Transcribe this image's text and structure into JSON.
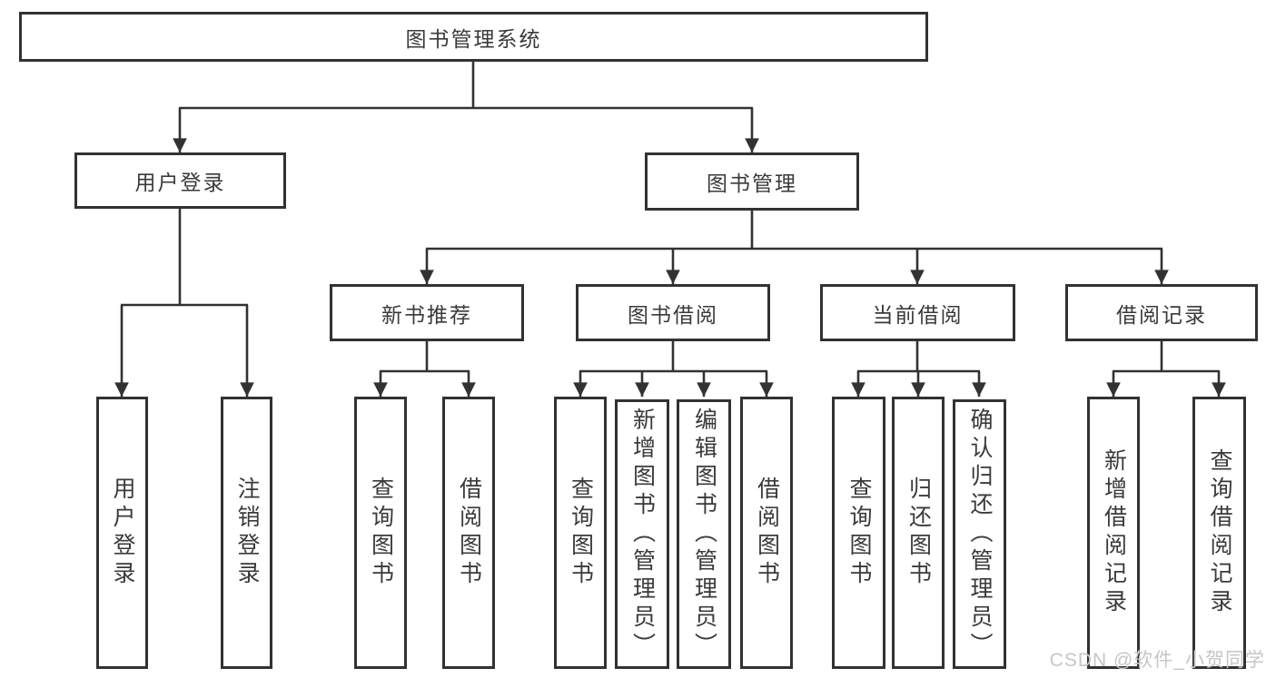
{
  "colors": {
    "background": "#ffffff",
    "line": "#323232",
    "text": "#3a3a3a",
    "watermark": "#c6c6c6"
  },
  "watermark": "CSDN @软件_小贺同学",
  "tree": {
    "root": {
      "label": "图书管理系统",
      "children": [
        {
          "label": "用户登录",
          "children": [
            {
              "label": "用户登录"
            },
            {
              "label": "注销登录"
            }
          ]
        },
        {
          "label": "图书管理",
          "children": [
            {
              "label": "新书推荐",
              "children": [
                {
                  "label": "查询图书"
                },
                {
                  "label": "借阅图书"
                }
              ]
            },
            {
              "label": "图书借阅",
              "children": [
                {
                  "label": "查询图书"
                },
                {
                  "label": "新增图书（管理员）"
                },
                {
                  "label": "编辑图书（管理员）"
                },
                {
                  "label": "借阅图书"
                }
              ]
            },
            {
              "label": "当前借阅",
              "children": [
                {
                  "label": "查询图书"
                },
                {
                  "label": "归还图书"
                },
                {
                  "label": "确认归还（管理员）"
                }
              ]
            },
            {
              "label": "借阅记录",
              "children": [
                {
                  "label": "新增借阅记录"
                },
                {
                  "label": "查询借阅记录"
                }
              ]
            }
          ]
        }
      ]
    }
  }
}
